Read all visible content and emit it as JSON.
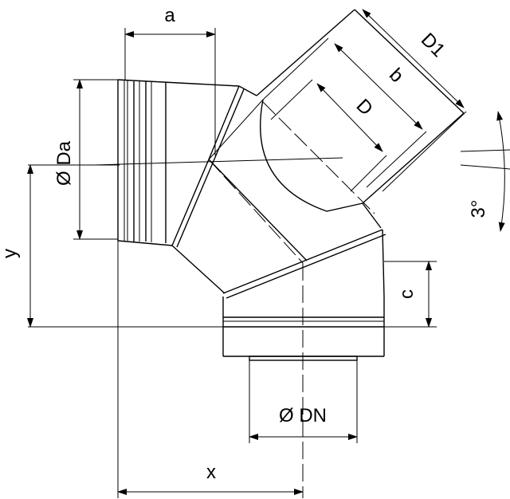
{
  "labels": {
    "a": "a",
    "d1": "D1",
    "b": "b",
    "d": "D",
    "da": "Ø Da",
    "y": "y",
    "angle": "3°",
    "c": "c",
    "dn": "Ø DN",
    "x": "x"
  }
}
